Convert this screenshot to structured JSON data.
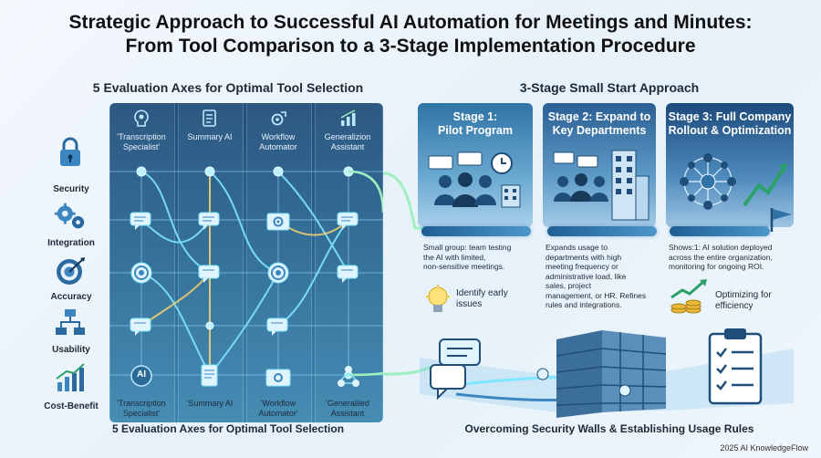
{
  "title": {
    "line1": "Strategic Approach to Successful AI Automation for Meetings and Minutes:",
    "line2": "From Tool Comparison to a 3-Stage Implementation Procedure"
  },
  "left": {
    "heading": "5 Evaluation Axes for Optimal Tool Selection",
    "caption": "5 Evaluation Axes for Optimal Tool Selection",
    "columns_top": [
      "'Transcription Specialist'",
      "Summary AI",
      "Workflow Automator",
      "Generalizion Assistant"
    ],
    "columns_bottom": [
      "'Transcription Specialist'",
      "'Summary AI",
      "'Workflow Automator'",
      "'Generaliled Assistant"
    ],
    "rows": [
      "Security",
      "Integration",
      "Accuracy",
      "Usability",
      "Cost-Benefit"
    ],
    "col_icons": [
      "brain-head-icon",
      "document-icon",
      "gear-workflow-icon",
      "bar-chart-icon"
    ],
    "row_icons": [
      "lock-icon",
      "gears-icon",
      "target-icon",
      "flowchart-icon",
      "growth-chart-icon"
    ],
    "bottom_ai_label": "AI"
  },
  "right": {
    "heading": "3-Stage Small Start Approach",
    "stages": [
      {
        "title1": "Stage 1:",
        "title2": "Pilot Program",
        "desc": [
          "Small group: team testing",
          "the AI with limited,",
          "non-sensitive meetings."
        ],
        "note": [
          "Identify early",
          "issues"
        ]
      },
      {
        "title1": "Stage 2: Expand to",
        "title2": "Key Departments",
        "desc": [
          "Expands usage to",
          "departments with high",
          "meeting frequency or",
          "administrative load, like",
          "sales, project",
          "management, or HR. Refines",
          "rules and integrations."
        ],
        "note": []
      },
      {
        "title1": "Stage 3: Full Company",
        "title2": "Rollout & Optimization",
        "desc": [
          "Shows:1: AI solution deployed",
          "across the entire organization,",
          "monitoring for ongoing ROI."
        ],
        "note": [
          "Optimizing for",
          "efficiency"
        ]
      }
    ],
    "caption": "Overcoming Security Walls & Establishing Usage Rules"
  },
  "footer": "2025 AI KnowledgeFlow",
  "colors": {
    "matrix_dark": "#1f4e7a",
    "line_cyan": "#7fe6ff",
    "line_yellow": "#f3d36b",
    "accent_green": "#7fdc9a",
    "stage_blue": "#2f73a6"
  }
}
